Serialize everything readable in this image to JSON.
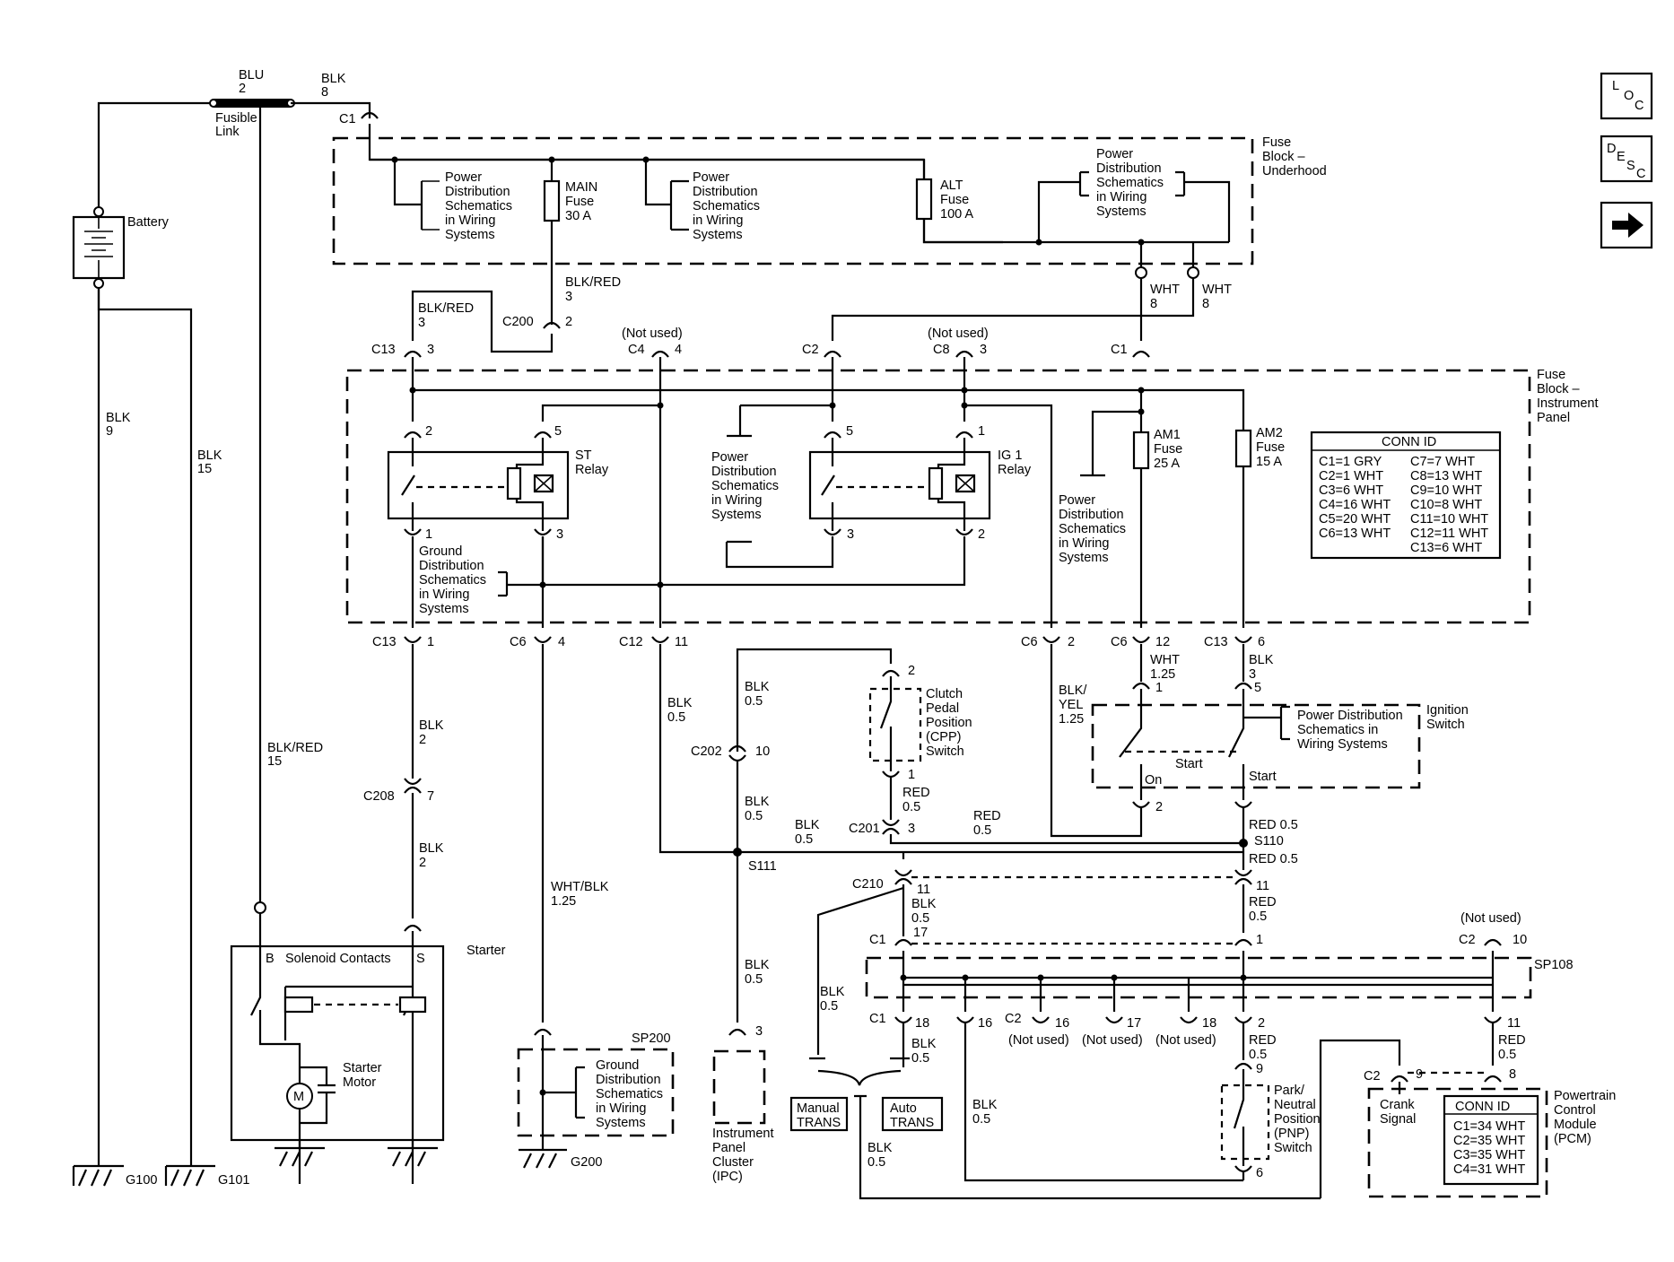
{
  "nav": {
    "loc": [
      "L",
      "O",
      "C"
    ],
    "desc": [
      "D",
      "E",
      "S",
      "C"
    ]
  },
  "labels": {
    "blu": "BLU",
    "blu_n": "2",
    "blk8": "BLK",
    "blk8_n": "8",
    "fusible": "Fusible",
    "link": "Link",
    "c1_top": "C1",
    "battery": "Battery",
    "blk9": "BLK",
    "blk9_n": "9",
    "blk15": "BLK",
    "blk15_n": "15",
    "blkred15": "BLK/RED",
    "blkred15_n": "15",
    "fb_under": [
      "Fuse",
      "Block –",
      "Underhood"
    ],
    "pds1": [
      "Power",
      "Distribution",
      "Schematics",
      "in Wiring",
      "Systems"
    ],
    "pds2": [
      "Power",
      "Distribution",
      "Schematics",
      "in Wiring",
      "Systems"
    ],
    "pds3": [
      "Power",
      "Distribution",
      "Schematics",
      "in Wiring",
      "Systems"
    ],
    "main_fuse": [
      "MAIN",
      "Fuse",
      "30 A"
    ],
    "alt_fuse": [
      "ALT",
      "Fuse",
      "100 A"
    ],
    "blkred3a": "BLK/RED",
    "blkred3a_n": "3",
    "blkred3b": "BLK/RED",
    "blkred3b_n": "3",
    "c200": "C200",
    "c200_n": "2",
    "wht8a": "WHT",
    "wht8a_n": "8",
    "wht8b": "WHT",
    "wht8b_n": "8",
    "not_used": "(Not used)",
    "c13a": "C13",
    "c13a_n": "3",
    "c4": "C4",
    "c4_n": "4",
    "c2a": "C2",
    "c8": "C8",
    "c8_n": "3",
    "c1a": "C1",
    "fb_ip": [
      "Fuse",
      "Block –",
      "Instrument",
      "Panel"
    ],
    "st_relay": [
      "ST",
      "Relay"
    ],
    "ig1_relay": [
      "IG 1",
      "Relay"
    ],
    "pin2": "2",
    "pin5": "5",
    "pin1": "1",
    "pin3": "3",
    "pds4": [
      "Power",
      "Distribution",
      "Schematics",
      "in Wiring",
      "Systems"
    ],
    "pds5": [
      "Power",
      "Distribution",
      "Schematics",
      "in Wiring",
      "Systems"
    ],
    "gds1": [
      "Ground",
      "Distribution",
      "Schematics",
      "in Wiring",
      "Systems"
    ],
    "am1_fuse": [
      "AM1",
      "Fuse",
      "25 A"
    ],
    "am2_fuse": [
      "AM2",
      "Fuse",
      "15 A"
    ],
    "c13b": "C13",
    "c13b_n": "1",
    "c6a": "C6",
    "c6a_n": "4",
    "c12": "C12",
    "c12_n": "11",
    "c6b": "C6",
    "c6b_n": "2",
    "c6c": "C6",
    "c6c_n": "12",
    "c13c": "C13",
    "c13c_n": "6",
    "blk2a": "BLK",
    "blk2a_n": "2",
    "c208": "C208",
    "c208_n": "7",
    "blk2b": "BLK",
    "blk2b_n": "2",
    "blk05a": "BLK",
    "blk05a_n": "0.5",
    "blk05b": "BLK",
    "blk05b_n": "0.5",
    "c202": "C202",
    "c202_n": "10",
    "blk05c": "BLK",
    "blk05c_n": "0.5",
    "blk05d": "BLK",
    "blk05d_n": "0.5",
    "s111": "S111",
    "cpp": [
      "Clutch",
      "Pedal",
      "Position",
      "(CPP)",
      "Switch"
    ],
    "red05a": "RED",
    "red05a_n": "0.5",
    "c201": "C201",
    "c201_n": "3",
    "red05b": "RED",
    "red05b_n": "0.5",
    "blkyel": [
      "BLK/",
      "YEL",
      "1.25"
    ],
    "wht125": "WHT",
    "wht125_n": "1.25",
    "blk3": "BLK",
    "blk3_n": "3",
    "pds_ign": [
      "Power Distribution",
      "Schematics in",
      "Wiring Systems"
    ],
    "ign_switch": [
      "Ignition",
      "Switch"
    ],
    "start": "Start",
    "on": "On",
    "red05_4": "RED 0.5",
    "s110": "S110",
    "red05_s110": "RED 0.5",
    "whtblk": "WHT/BLK",
    "whtblk_n": "1.25",
    "c210": "C210",
    "c210_n": "11",
    "blk05e": "BLK",
    "blk05e_n": "0.5",
    "blk05e_17": "17",
    "red05c": "RED",
    "red05c_n": "0.5",
    "c1b": "C1",
    "c1b_n": "1",
    "c2_nu": "C2",
    "c2_nu_n": "10",
    "sp108": "SP108",
    "blk05f": "BLK",
    "blk05f_n": "0.5",
    "c1c": "C1",
    "c1c_n": "18",
    "pin16": "16",
    "c2b": "C2",
    "pin16b": "16",
    "pin17": "17",
    "pin18": "18",
    "pin2b": "2",
    "pin11": "11",
    "blk05g": "BLK",
    "blk05g_n": "0.5",
    "red05d": "RED",
    "red05d_n": "0.5",
    "red05e": "RED",
    "red05e_n": "0.5",
    "pin9": "9",
    "pin8": "8",
    "c2c": "C2",
    "c2c_n": "9",
    "pnp": [
      "Park/",
      "Neutral",
      "Position",
      "(PNP)",
      "Switch"
    ],
    "pin6": "6",
    "crank": [
      "Crank",
      "Signal"
    ],
    "pcm": [
      "Powertrain",
      "Control",
      "Module",
      "(PCM)"
    ],
    "conn_id_title": "CONN ID",
    "pcm_conn": [
      "C1=34 WHT",
      "C2=35 WHT",
      "C3=35 WHT",
      "C4=31 WHT"
    ],
    "manual": [
      "Manual",
      "TRANS"
    ],
    "auto": [
      "Auto",
      "TRANS"
    ],
    "blk05h": "BLK",
    "blk05h_n": "0.5",
    "blk05i": "BLK",
    "blk05i_n": "0.5",
    "ipc": [
      "Instrument",
      "Panel",
      "Cluster",
      "(IPC)"
    ],
    "sp200": "SP200",
    "gds2": [
      "Ground",
      "Distribution",
      "Schematics",
      "in Wiring",
      "Systems"
    ],
    "g200": "G200",
    "g100": "G100",
    "g101": "G101",
    "starter": "Starter",
    "solenoid": [
      "B",
      "Solenoid Contacts",
      "S"
    ],
    "starter_motor": [
      "Starter",
      "Motor"
    ],
    "m": "M",
    "pin3b": "3"
  },
  "conn_table": {
    "title": "CONN ID",
    "left": [
      "C1=1 GRY",
      "C2=1 WHT",
      "C3=6 WHT",
      "C4=16 WHT",
      "C5=20 WHT",
      "C6=13 WHT"
    ],
    "right": [
      "C7=7 WHT",
      "C8=13 WHT",
      "C9=10 WHT",
      "C10=8 WHT",
      "C11=10 WHT",
      "C12=11 WHT",
      "C13=6 WHT"
    ]
  }
}
